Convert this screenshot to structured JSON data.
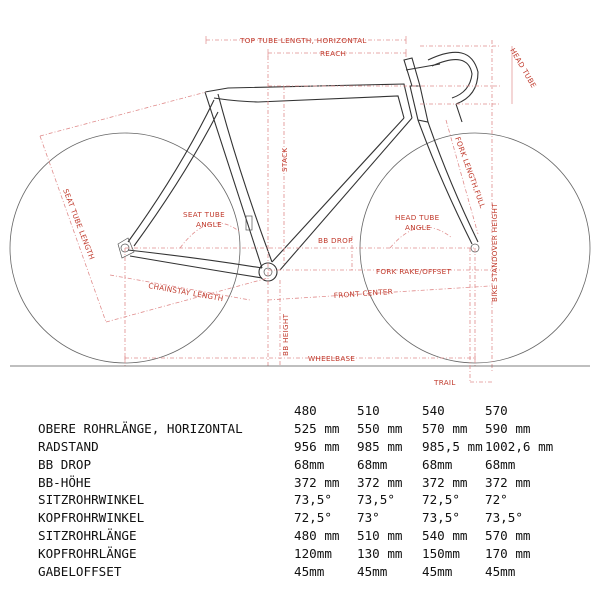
{
  "labels": {
    "top_tube_horizontal": "TOP TUBE LENGTH, HORIZONTAL",
    "reach": "REACH",
    "head_tube": "HEAD TUBE",
    "stack": "STACK",
    "fork_length": "FORK LENGTH,FULL",
    "seat_tube_length": "SEAT TUBE LENGTH",
    "seat_tube_angle_1": "SEAT TUBE",
    "seat_tube_angle_2": "ANGLE",
    "head_tube_angle_1": "HEAD TUBE",
    "head_tube_angle_2": "ANGLE",
    "bb_drop": "BB DROP",
    "fork_rake": "FORK RAKE/OFFSET",
    "bike_standover": "BIKE STANDOVER HEIGHT",
    "chainstay_length": "CHAINSTAY LENGTH",
    "front_center": "FRONT CENTER",
    "bb_height": "BB HEIGHT",
    "wheelbase": "WHEELBASE",
    "trail": "TRAIL"
  },
  "table": {
    "sizes": [
      "480",
      "510",
      "540",
      "570"
    ],
    "rows": [
      {
        "name": "OBERE ROHRLÄNGE, HORIZONTAL",
        "values": [
          "525 mm",
          "550 mm",
          "570 mm",
          "590 mm"
        ]
      },
      {
        "name": "RADSTAND",
        "values": [
          "956 mm",
          "985 mm",
          "985,5 mm",
          "1002,6 mm"
        ]
      },
      {
        "name": "BB DROP",
        "values": [
          "68mm",
          "68mm",
          "68mm",
          "68mm"
        ]
      },
      {
        "name": "BB-HÖHE",
        "values": [
          "372 mm",
          "372 mm",
          "372 mm",
          "372 mm"
        ]
      },
      {
        "name": "SITZROHRWINKEL",
        "values": [
          "73,5°",
          "73,5°",
          "72,5°",
          "72°"
        ]
      },
      {
        "name": "KOPFROHRWINKEL",
        "values": [
          "72,5°",
          "73°",
          "73,5°",
          "73,5°"
        ]
      },
      {
        "name": "SITZROHRLÄNGE",
        "values": [
          "480 mm",
          "510 mm",
          "540 mm",
          "570 mm"
        ]
      },
      {
        "name": "KOPFROHRLÄNGE",
        "values": [
          "120mm",
          "130 mm",
          "150mm",
          "170 mm"
        ]
      },
      {
        "name": "GABELOFFSET",
        "values": [
          "45mm",
          "45mm",
          "45mm",
          "45mm"
        ]
      }
    ]
  }
}
